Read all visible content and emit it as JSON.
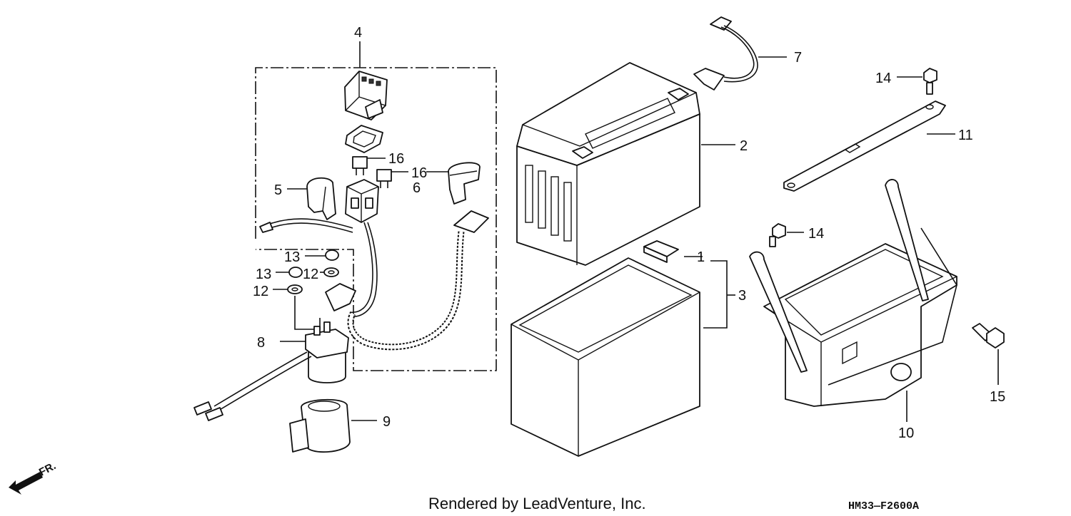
{
  "callouts": {
    "c1": "1",
    "c2": "2",
    "c3": "3",
    "c4": "4",
    "c5": "5",
    "c6": "6",
    "c7": "7",
    "c8": "8",
    "c9": "9",
    "c10": "10",
    "c11": "11",
    "c12a": "12",
    "c12b": "12",
    "c13a": "13",
    "c13b": "13",
    "c14a": "14",
    "c14b": "14",
    "c15": "15",
    "c16a": "16",
    "c16b": "16"
  },
  "footer": {
    "rendered_by": "Rendered by LeadVenture, Inc.",
    "diagram_code": "HM33—F2600A",
    "direction_label": "FR."
  },
  "icons": {
    "direction": "front-arrow-icon"
  }
}
